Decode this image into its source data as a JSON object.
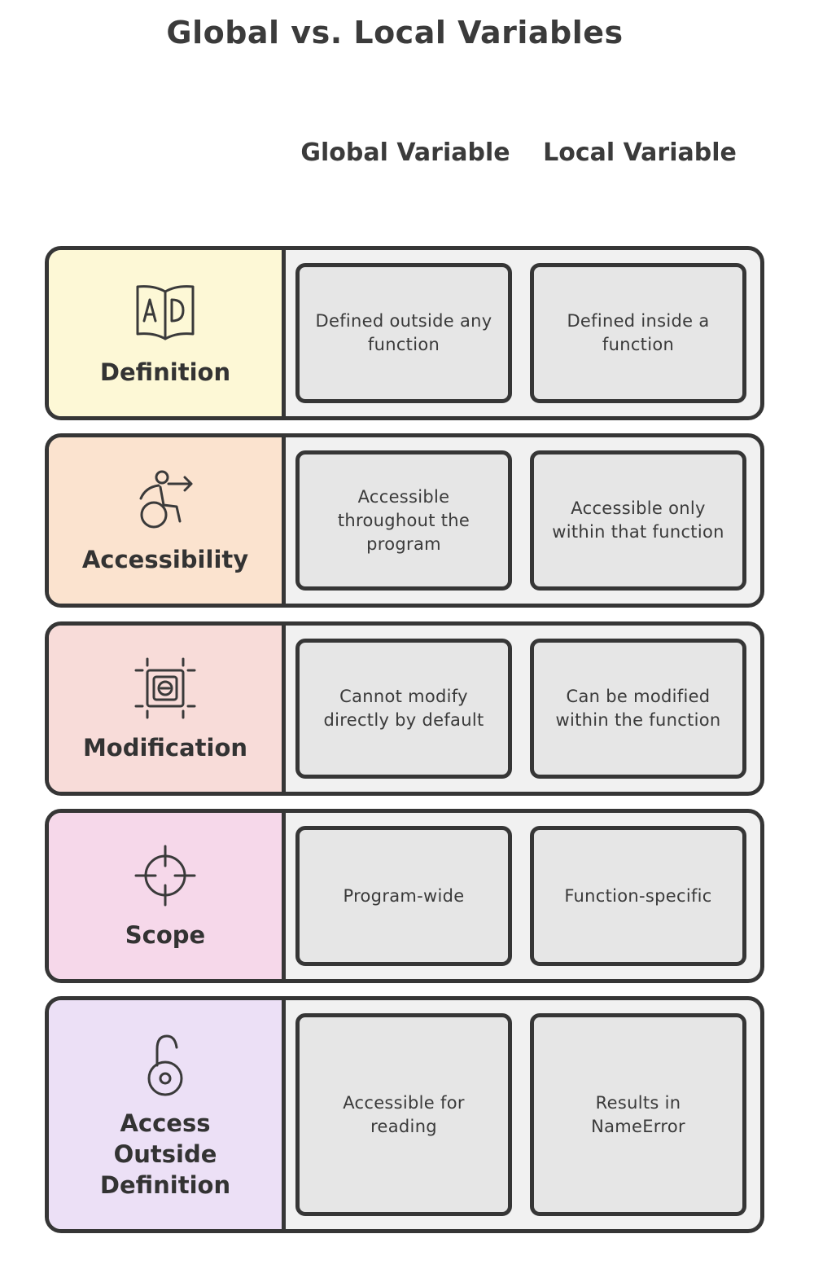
{
  "title": "Global vs. Local Variables",
  "columns": {
    "global": "Global Variable",
    "local": "Local Variable"
  },
  "rows": [
    {
      "label": "Definition",
      "icon": "book-ad-icon",
      "color": "#fdf8d6",
      "global": "Defined outside any function",
      "local": "Defined inside a function"
    },
    {
      "label": "Accessibility",
      "icon": "wheelchair-arrow-icon",
      "color": "#fbe3cf",
      "global": "Accessible throughout the program",
      "local": "Accessible only within that function"
    },
    {
      "label": "Modification",
      "icon": "minus-frame-icon",
      "color": "#f8dcd9",
      "global": "Cannot modify directly by default",
      "local": "Can be modified within the function"
    },
    {
      "label": "Scope",
      "icon": "crosshair-icon",
      "color": "#f6d8ea",
      "global": "Program-wide",
      "local": "Function-specific"
    },
    {
      "label": "Access Outside Definition",
      "icon": "unlocked-padlock-icon",
      "color": "#ece0f6",
      "global": "Accessible for reading",
      "local": "Results in NameError"
    }
  ]
}
